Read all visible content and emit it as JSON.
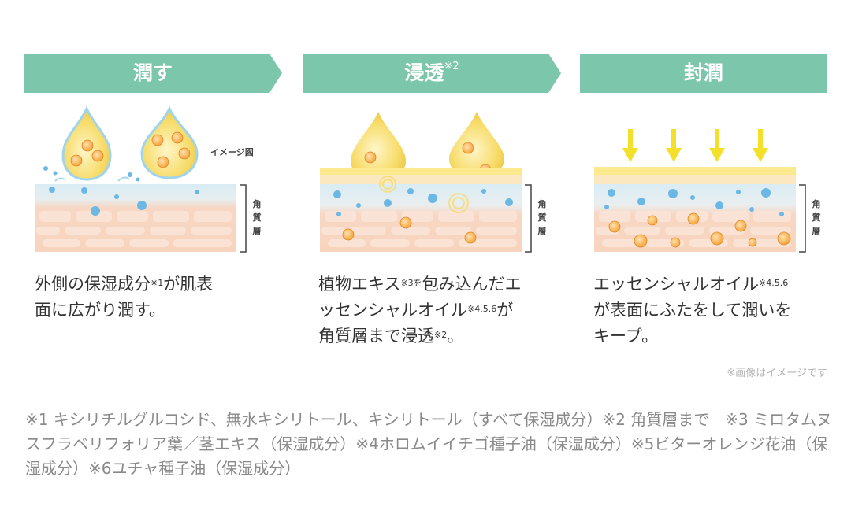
{
  "steps": [
    {
      "title": "潤す",
      "title_sup": "",
      "desc_html": "外側の保湿成分<sup>※1</sup>が肌表<br>面に広がり潤す。"
    },
    {
      "title": "浸透",
      "title_sup": "※2",
      "desc_html": "植物エキス<sup>※3を</sup>包み込んだエ<br>ッセンシャルオイル<sup>※4.5.6</sup>が<br>角質層まで浸透<sup>※2</sup>。"
    },
    {
      "title": "封潤",
      "title_sup": "",
      "desc_html": "エッセンシャルオイル<sup>※4.5.6</sup><br>が表面にふたをして潤いを<br>キープ。"
    }
  ],
  "illustration": {
    "image_label": "イメージ図",
    "layer_label": "角\n質\n層"
  },
  "note": "※画像はイメージです",
  "footnote": "※1 キシリチルグルコシド、無水キシリトール、キシリトール（すべて保湿成分）※2 角質層まで　※3 ミロタムヌスフラベリフォリア葉／茎エキス（保湿成分）※4ホロムイイチゴ種子油（保湿成分）※5ビターオレンジ花油（保湿成分）※6ユチャ種子油（保湿成分）",
  "colors": {
    "header": "#7cc6ac",
    "skin_top": "#d9ecf4",
    "skin": "#f7d7c4",
    "cell": "#fbe5d8",
    "drop": "#f7dc6b",
    "oil": "#f6a53c",
    "water": "#6cb8e4",
    "arrow": "#f4e02a"
  }
}
